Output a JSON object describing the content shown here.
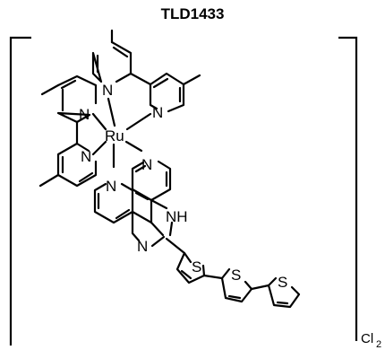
{
  "title": "TLD1433",
  "atoms": {
    "metal": "Ru",
    "nitrogen": "N",
    "nh": "NH",
    "sulfur": "S"
  },
  "counterion": {
    "symbol": "Cl",
    "subscript": "2"
  }
}
